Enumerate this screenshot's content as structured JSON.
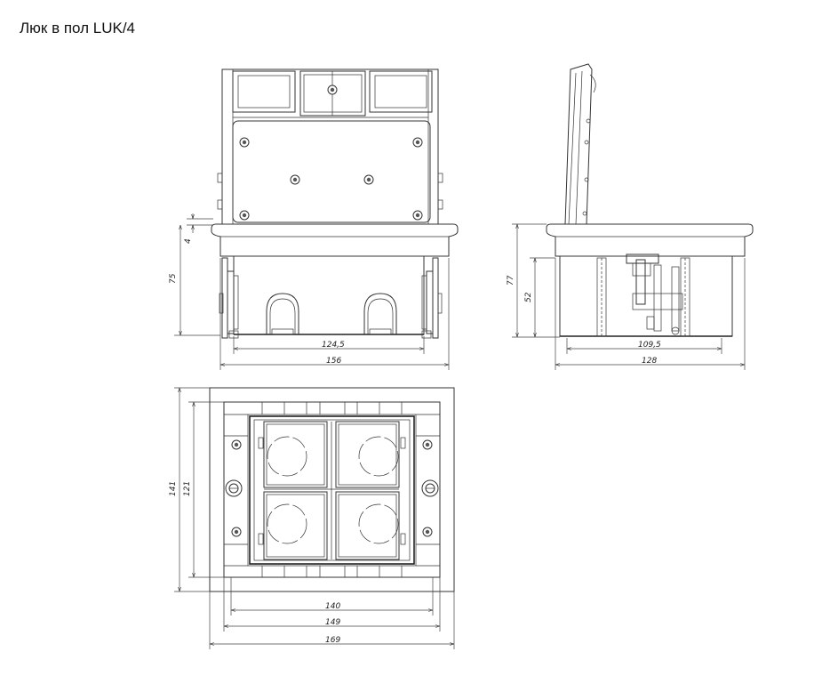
{
  "title": "Люк в пол LUK/4",
  "dimensions": {
    "front_height_small": "4",
    "front_height_total": "75",
    "front_inner_width": "124,5",
    "front_outer_width": "156",
    "side_height_total": "77",
    "side_height_inner": "52",
    "side_inner_width": "109,5",
    "side_outer_width": "128",
    "top_height_outer": "141",
    "top_height_inner": "121",
    "top_width_1": "140",
    "top_width_2": "149",
    "top_width_3": "169"
  }
}
